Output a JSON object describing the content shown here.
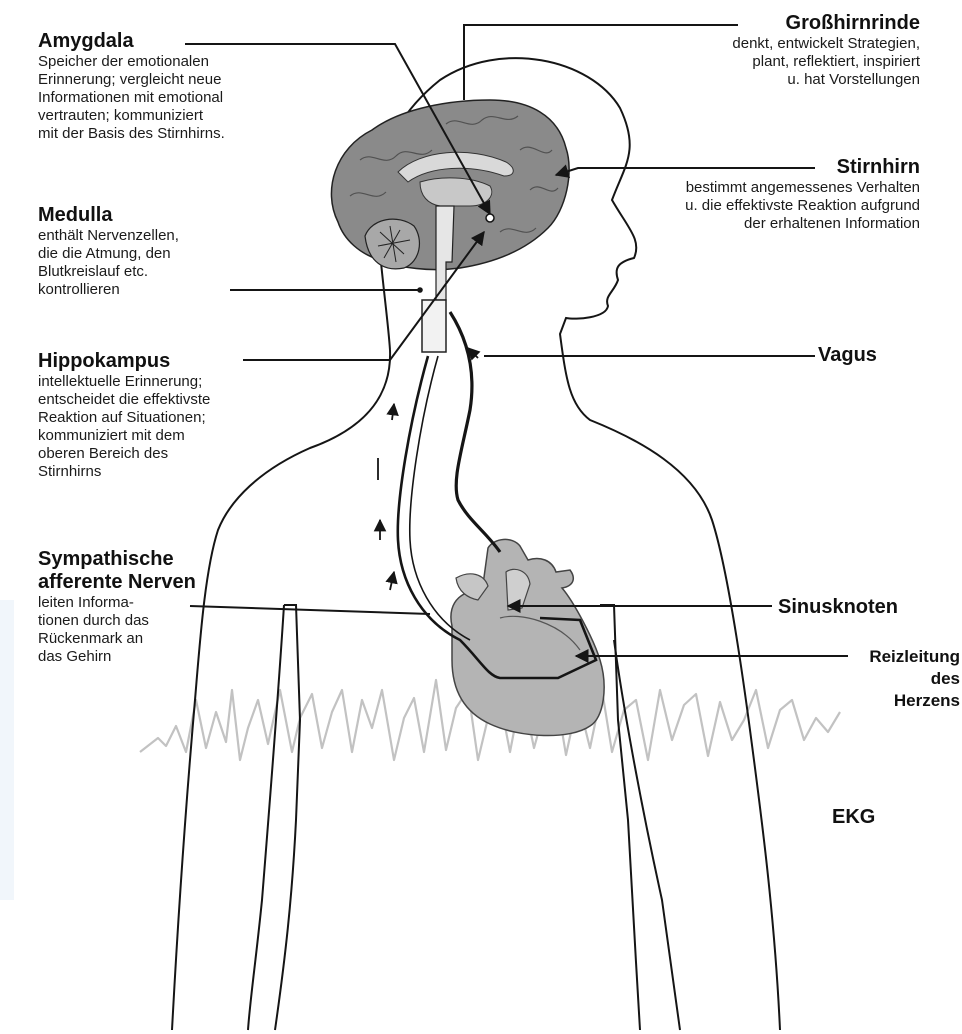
{
  "labels": {
    "amygdala": {
      "title": "Amygdala",
      "lines": [
        "Speicher der emotionalen",
        "Erinnerung; vergleicht neue",
        "Informationen mit emotional",
        "vertrauten; kommuniziert",
        "mit der Basis des Stirnhirns."
      ]
    },
    "medulla": {
      "title": "Medulla",
      "lines": [
        "enthält Nervenzellen,",
        "die die Atmung, den",
        "Blutkreislauf etc.",
        "kontrollieren"
      ]
    },
    "hippokampus": {
      "title": "Hippokampus",
      "lines": [
        "intellektuelle Erinnerung;",
        "entscheidet die effektivste",
        "Reaktion auf Situationen;",
        "kommuniziert mit dem",
        "oberen Bereich des",
        "Stirnhirns"
      ]
    },
    "sympathische": {
      "title_lines": [
        "Sympathische",
        "afferente Nerven"
      ],
      "lines": [
        "leiten Informa-",
        "tionen durch das",
        "Rückenmark an",
        "das Gehirn"
      ]
    },
    "grosshirnrinde": {
      "title": "Großhirnrinde",
      "lines": [
        "denkt, entwickelt Strategien,",
        "plant, reflektiert, inspiriert",
        "u. hat Vorstellungen"
      ]
    },
    "stirnhirn": {
      "title": "Stirnhirn",
      "lines": [
        "bestimmt angemessenes Verhalten",
        "u. die effektivste Reaktion aufgrund",
        "der erhaltenen Information"
      ]
    },
    "vagus": {
      "title": "Vagus"
    },
    "sinusknoten": {
      "title": "Sinusknoten"
    },
    "reizleitung": {
      "title_lines": [
        "Reizleitung",
        "des",
        "Herzens"
      ]
    },
    "ekg": {
      "title": "EKG"
    }
  },
  "colors": {
    "line": "#151515",
    "brain": "#8a8a8a",
    "heart": "#b4b4b4",
    "ekg": "#c2c2c2"
  }
}
